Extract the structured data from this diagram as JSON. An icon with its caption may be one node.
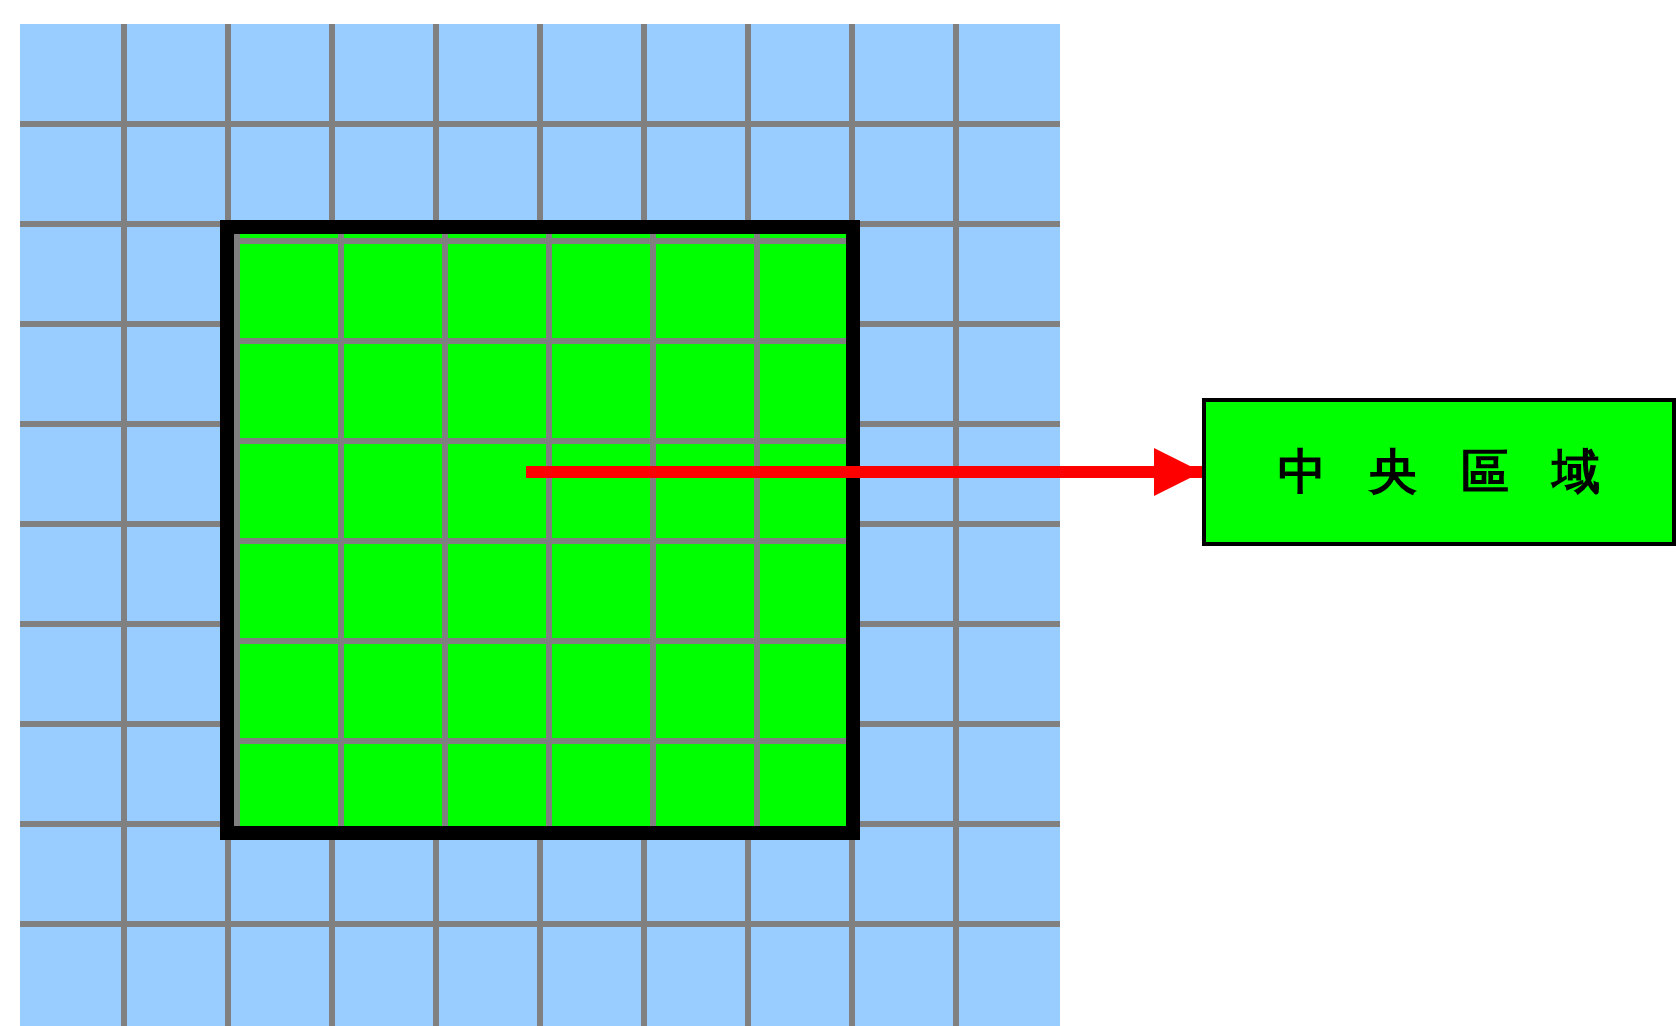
{
  "diagram": {
    "nodes": [
      {
        "text": [],
        "shape": "box"
      },
      {
        "text": [
          "中央區域"
        ]
      }
    ],
    "edges": [
      {
        "from": 0,
        "to": 1,
        "arrow": "to",
        "color": "#ff0000"
      }
    ]
  }
}
